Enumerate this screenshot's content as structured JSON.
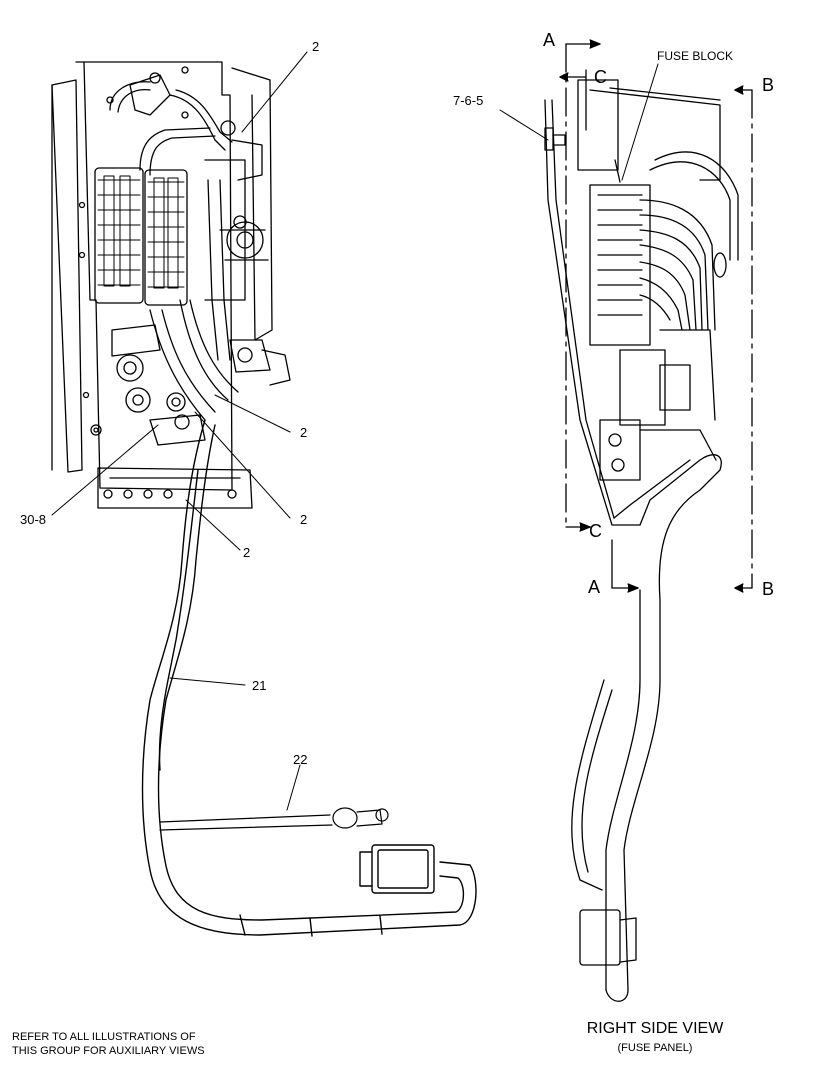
{
  "callouts": {
    "c2_top": "2",
    "c2_mid": "2",
    "c2_low": "2",
    "c2_bottom": "2",
    "c30_8": "30-8",
    "c21": "21",
    "c22": "22",
    "c7_6_5": "7-6-5",
    "fuse_block": "FUSE BLOCK"
  },
  "section_marks": {
    "a_top": "A",
    "a_bottom": "A",
    "b_top": "B",
    "b_bottom": "B",
    "c_top": "C",
    "c_bottom": "C"
  },
  "footer": {
    "note_line1": "REFER TO ALL ILLUSTRATIONS OF",
    "note_line2": "THIS GROUP FOR AUXILIARY VIEWS",
    "view_title": "RIGHT SIDE VIEW",
    "view_subtitle": "(FUSE PANEL)"
  }
}
